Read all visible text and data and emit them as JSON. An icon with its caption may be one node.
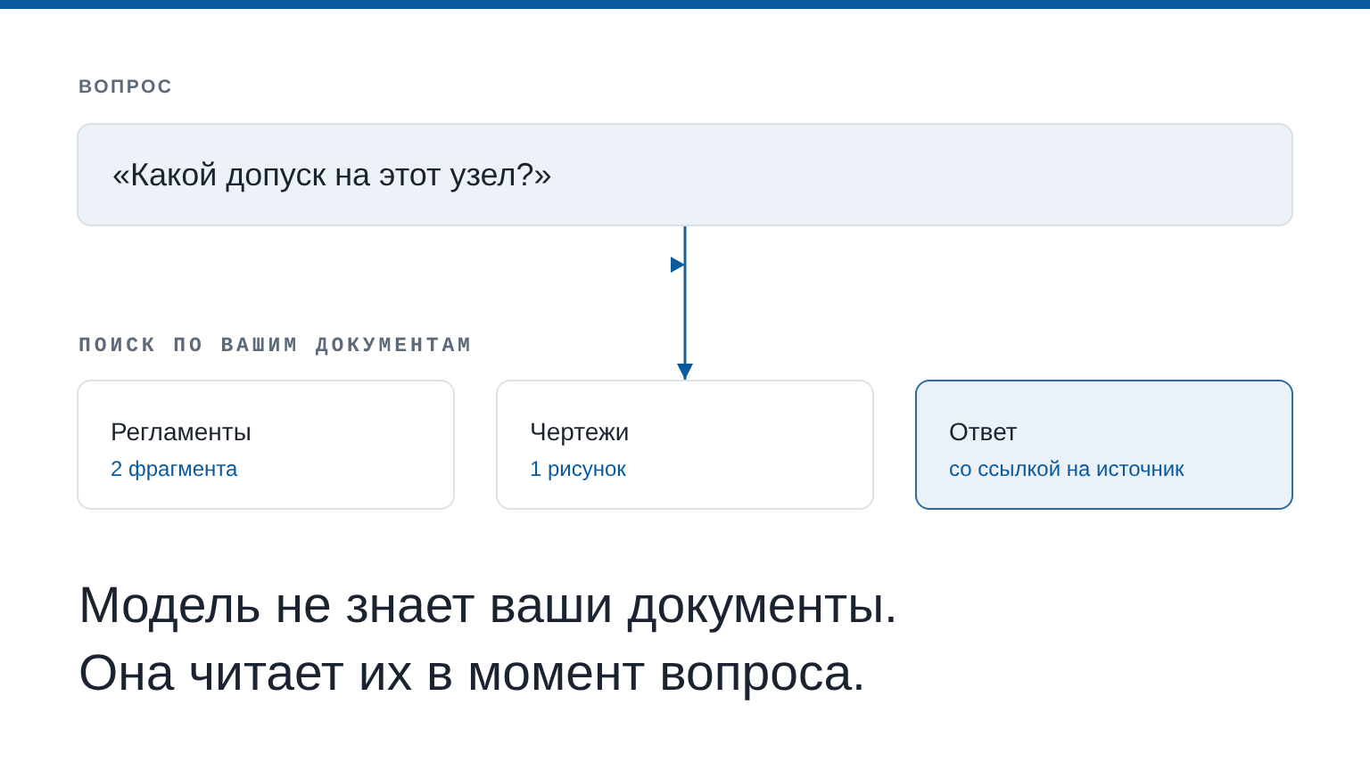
{
  "diagram": {
    "nodes": [
      {
        "text": [
          "«Какой допуск на этот узел?»"
        ]
      },
      {
        "text": [
          "Регламенты",
          "2 фрагмента"
        ]
      },
      {
        "text": [
          "Чертежи",
          "1 рисунок"
        ]
      },
      {
        "text": [
          "Ответ",
          "со ссылкой на источник"
        ]
      }
    ],
    "edges": [
      {
        "from": 0,
        "to": 2,
        "arrow": "to"
      }
    ],
    "labels": [
      "ВОПРОС",
      "ПОИСК ПО ВАШИМ ДОКУМЕНТАМ",
      "Модель не знает ваши документы.",
      "Она читает их в момент вопроса."
    ]
  }
}
